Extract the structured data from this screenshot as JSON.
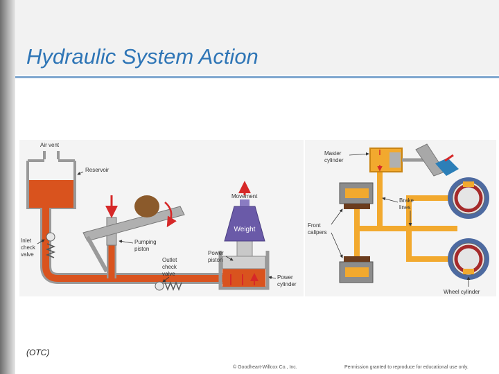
{
  "slide": {
    "title": "Hydraulic System Action",
    "credit": "(OTC)",
    "footer_left": "© Goodheart-Willcox Co., Inc.",
    "footer_right": "Permission granted to reproduce for educational use only."
  },
  "left_diagram": {
    "labels": {
      "air_vent": "Air vent",
      "reservoir": "Reservoir",
      "inlet_check_valve": [
        "Inlet",
        "check",
        "valve"
      ],
      "pumping_piston": [
        "Pumping",
        "piston"
      ],
      "outlet_check_valve": [
        "Outlet",
        "check",
        "valve"
      ],
      "movement": "Movement",
      "weight": "Weight",
      "power_piston": [
        "Power",
        "piston"
      ],
      "power_cylinder": [
        "Power",
        "cylinder"
      ]
    }
  },
  "right_diagram": {
    "labels": {
      "master_cylinder": [
        "Master",
        "cylinder"
      ],
      "brake_lines": [
        "Brake",
        "lines"
      ],
      "front_calipers": [
        "Front",
        "calipers"
      ],
      "wheel_cylinder": "Wheel cylinder"
    }
  },
  "colors": {
    "title": "#2e75b6",
    "fluid": "#d9531e",
    "fluid_light": "#e8793a",
    "brake_fluid": "#f2a92e",
    "weight": "#6a5aa8",
    "arrow": "#d62828",
    "metal": "#a8a8a8"
  }
}
